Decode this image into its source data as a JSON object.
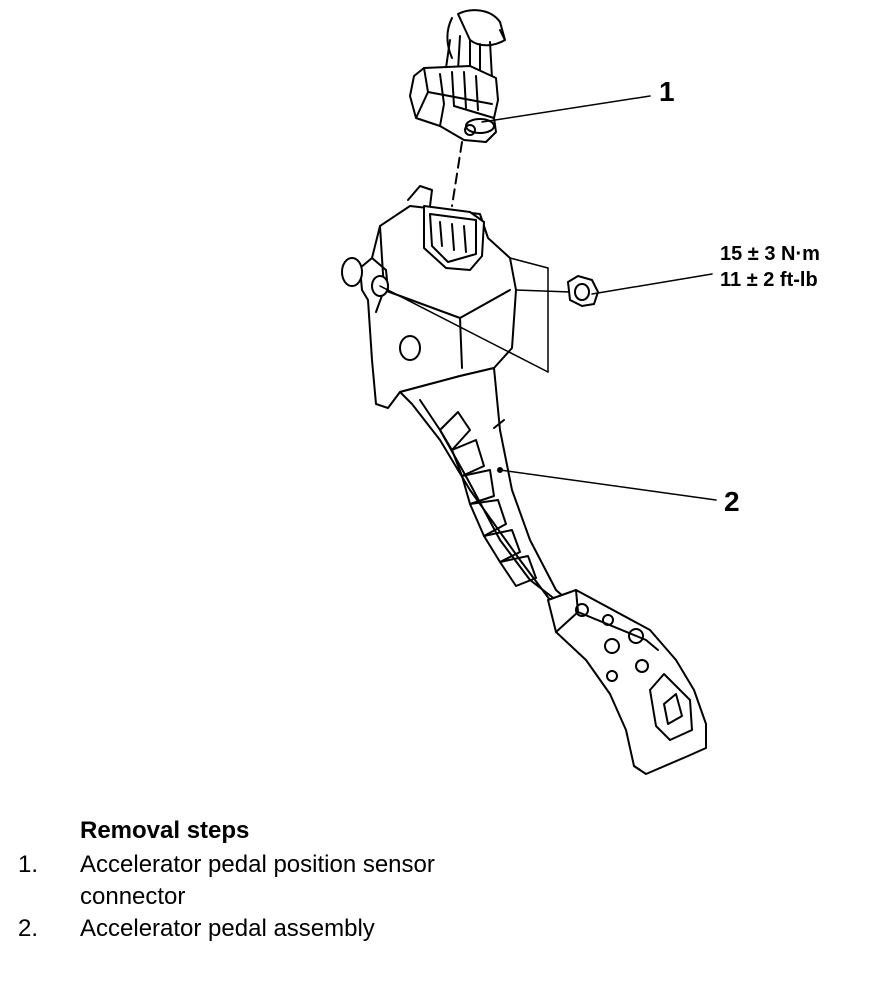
{
  "callouts": {
    "one": "1",
    "two": "2"
  },
  "torque": {
    "metric": "15 ± 3 N·m",
    "imperial": "11 ± 2 ft-lb"
  },
  "removal": {
    "heading": "Removal steps",
    "steps": [
      {
        "number": "1.",
        "text": "Accelerator pedal position sensor connector"
      },
      {
        "number": "2.",
        "text": "Accelerator pedal assembly"
      }
    ]
  },
  "colors": {
    "line": "#000000",
    "background": "#ffffff"
  }
}
